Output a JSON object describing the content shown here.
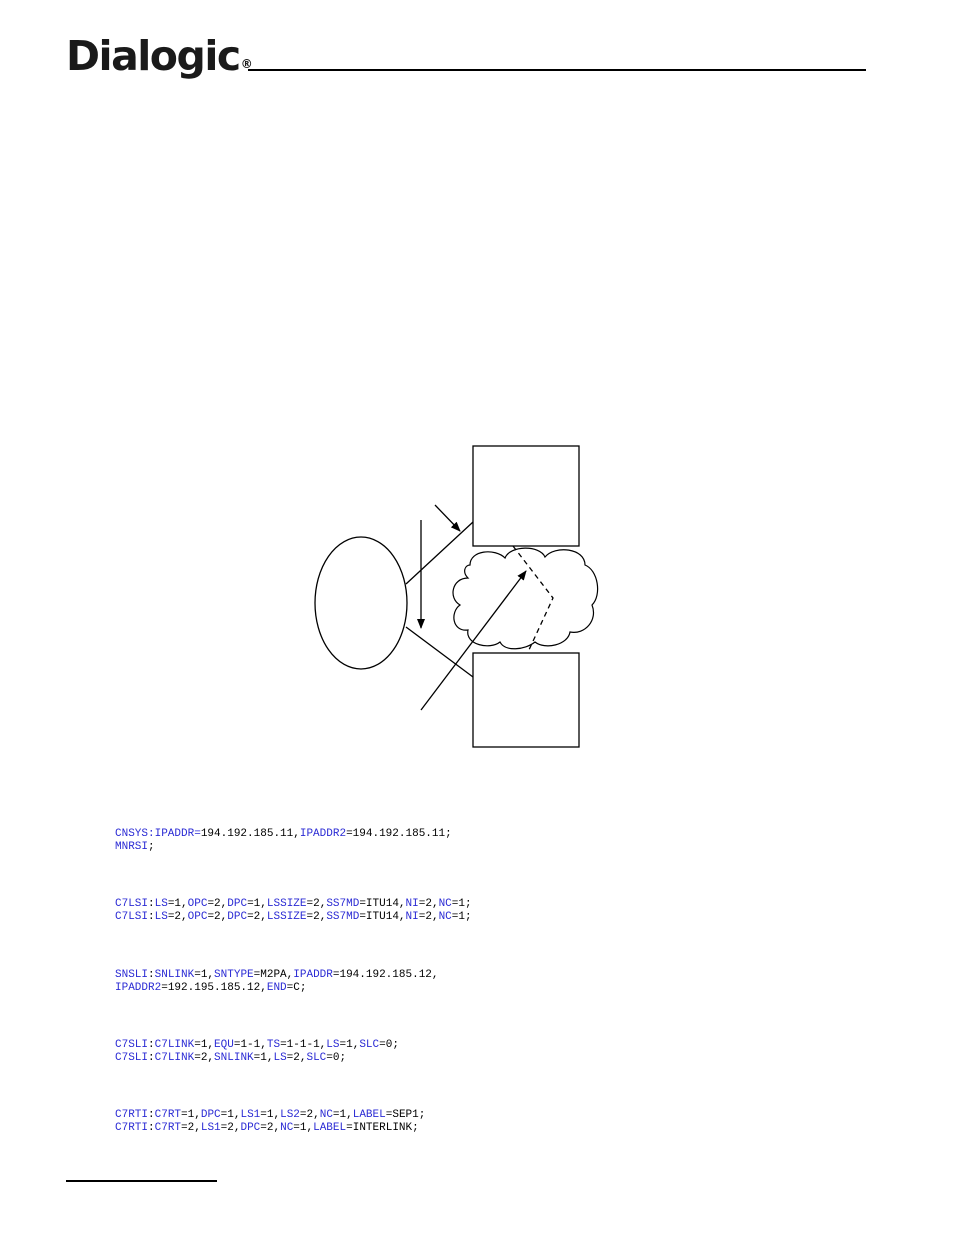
{
  "header": {
    "logo_text": "Dialogic",
    "logo_mark": "®",
    "keyword_color": "#2b2bd4"
  },
  "code_blocks": [
    {
      "lines": [
        [
          {
            "t": "CNSYS:",
            "k": true
          },
          {
            "t": "IPADDR=",
            "k": true
          },
          {
            "t": "194.192.185.11,"
          },
          {
            "t": "IPADDR2",
            "k": true
          },
          {
            "t": "=194.192.185.11;"
          }
        ],
        [
          {
            "t": "MNRSI",
            "k": true
          },
          {
            "t": ";"
          }
        ]
      ]
    },
    {
      "lines": [
        [
          {
            "t": "C7LSI",
            "k": true
          },
          {
            "t": ":"
          },
          {
            "t": "LS",
            "k": true
          },
          {
            "t": "=1,"
          },
          {
            "t": "OPC",
            "k": true
          },
          {
            "t": "=2,"
          },
          {
            "t": "DPC",
            "k": true
          },
          {
            "t": "=1,"
          },
          {
            "t": "LSSIZE",
            "k": true
          },
          {
            "t": "=2,"
          },
          {
            "t": "SS7MD",
            "k": true
          },
          {
            "t": "=ITU14,"
          },
          {
            "t": "NI",
            "k": true
          },
          {
            "t": "=2,"
          },
          {
            "t": "NC",
            "k": true
          },
          {
            "t": "=1;"
          }
        ],
        [
          {
            "t": "C7LSI",
            "k": true
          },
          {
            "t": ":"
          },
          {
            "t": "LS",
            "k": true
          },
          {
            "t": "=2,"
          },
          {
            "t": "OPC",
            "k": true
          },
          {
            "t": "=2,"
          },
          {
            "t": "DPC",
            "k": true
          },
          {
            "t": "=2,"
          },
          {
            "t": "LSSIZE",
            "k": true
          },
          {
            "t": "=2,"
          },
          {
            "t": "SS7MD",
            "k": true
          },
          {
            "t": "=ITU14,"
          },
          {
            "t": "NI",
            "k": true
          },
          {
            "t": "=2,"
          },
          {
            "t": "NC",
            "k": true
          },
          {
            "t": "=1;"
          }
        ]
      ]
    },
    {
      "lines": [
        [
          {
            "t": "SNSLI",
            "k": true
          },
          {
            "t": ":"
          },
          {
            "t": "SNLINK",
            "k": true
          },
          {
            "t": "=1,"
          },
          {
            "t": "SNTYPE",
            "k": true
          },
          {
            "t": "=M2PA,"
          },
          {
            "t": "IPADDR",
            "k": true
          },
          {
            "t": "=194.192.185.12,"
          }
        ],
        [
          {
            "t": "IPADDR2",
            "k": true
          },
          {
            "t": "=192.195.185.12,"
          },
          {
            "t": "END",
            "k": true
          },
          {
            "t": "=C;"
          }
        ]
      ]
    },
    {
      "lines": [
        [
          {
            "t": "C7SLI",
            "k": true
          },
          {
            "t": ":"
          },
          {
            "t": "C7LINK",
            "k": true
          },
          {
            "t": "=1,"
          },
          {
            "t": "EQU",
            "k": true
          },
          {
            "t": "=1-1,"
          },
          {
            "t": "TS",
            "k": true
          },
          {
            "t": "=1-1-1,"
          },
          {
            "t": "LS",
            "k": true
          },
          {
            "t": "=1,"
          },
          {
            "t": "SLC",
            "k": true
          },
          {
            "t": "=0;"
          }
        ],
        [
          {
            "t": "C7SLI",
            "k": true
          },
          {
            "t": ":"
          },
          {
            "t": "C7LINK",
            "k": true
          },
          {
            "t": "=2,"
          },
          {
            "t": "SNLINK",
            "k": true
          },
          {
            "t": "=1,"
          },
          {
            "t": "LS",
            "k": true
          },
          {
            "t": "=2,"
          },
          {
            "t": "SLC",
            "k": true
          },
          {
            "t": "=0;"
          }
        ]
      ]
    },
    {
      "lines": [
        [
          {
            "t": "C7RTI",
            "k": true
          },
          {
            "t": ":"
          },
          {
            "t": "C7RT",
            "k": true
          },
          {
            "t": "=1,"
          },
          {
            "t": "DPC",
            "k": true
          },
          {
            "t": "=1,"
          },
          {
            "t": "LS1",
            "k": true
          },
          {
            "t": "=1,"
          },
          {
            "t": "LS2",
            "k": true
          },
          {
            "t": "=2,"
          },
          {
            "t": "NC",
            "k": true
          },
          {
            "t": "=1,"
          },
          {
            "t": "LABEL",
            "k": true
          },
          {
            "t": "=SEP1;"
          }
        ],
        [
          {
            "t": "C7RTI",
            "k": true
          },
          {
            "t": ":"
          },
          {
            "t": "C7RT",
            "k": true
          },
          {
            "t": "=2,"
          },
          {
            "t": "LS1",
            "k": true
          },
          {
            "t": "=2,"
          },
          {
            "t": "DPC",
            "k": true
          },
          {
            "t": "=2,"
          },
          {
            "t": "NC",
            "k": true
          },
          {
            "t": "=1,"
          },
          {
            "t": "LABEL",
            "k": true
          },
          {
            "t": "=INTERLINK;"
          }
        ]
      ]
    }
  ]
}
